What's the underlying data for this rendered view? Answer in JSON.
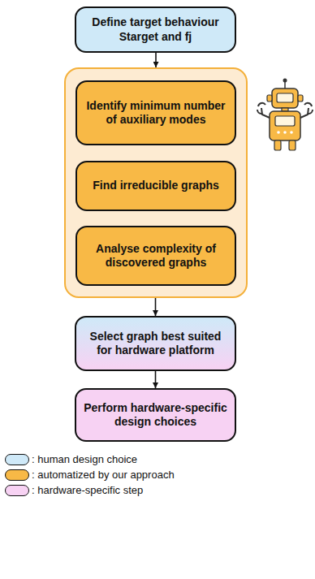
{
  "diagram": {
    "nodes": [
      {
        "text": [
          "Define target behaviour Starget and fj"
        ]
      },
      {
        "text": []
      },
      {
        "text": [
          "Identify minimum number of auxiliary modes"
        ],
        "in": 1
      },
      {
        "text": [
          "Find irreducible graphs"
        ],
        "in": 1
      },
      {
        "text": [
          "Analyse complexity of discovered graphs"
        ],
        "in": 1
      },
      {
        "text": [
          "Select graph best suited for hardware platform"
        ]
      },
      {
        "text": [
          "Perform hardware-specific design choices"
        ]
      }
    ],
    "edges": [
      {
        "from": 0,
        "to": 1,
        "arrow": "to"
      },
      {
        "from": 2,
        "to": 3,
        "arrow": "to"
      },
      {
        "from": 3,
        "to": 4,
        "arrow": "to"
      },
      {
        "from": 1,
        "to": 5,
        "arrow": "to"
      },
      {
        "from": 5,
        "to": 6,
        "arrow": "to"
      }
    ],
    "legend": [
      {
        "text": ": human design choice",
        "color": "#cfe9f8"
      },
      {
        "text": ": automatized by our approach",
        "color": "#f8b946"
      },
      {
        "text": ": hardware-specific step",
        "color": "#f7d2f3"
      }
    ]
  }
}
